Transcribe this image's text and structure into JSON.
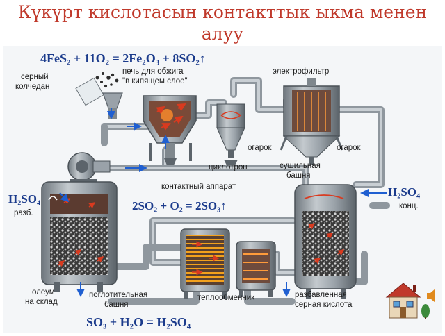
{
  "slide": {
    "title": "Күкүрт кислотасын контакттык ыкма менен алуу"
  },
  "diagram": {
    "equation_top": "4FeS₂ + 11O₂ = 2Fe₂O₃ + 8SO₂↑",
    "equation_middle": "2SO₂ + O₂ = 2SO₃↑",
    "equation_bottom": "SO₃ + H₂O = H₂SO₄",
    "labels": {
      "pyrite_line1": "серный",
      "pyrite_line2": "колчедан",
      "furnace_line1": "печь для обжига",
      "furnace_line2": "\"в кипящем слое\"",
      "electrofilter": "электрофильтр",
      "cinder_left": "огарок",
      "cinder_right": "огарок",
      "cyclotron": "циклотрон",
      "drying_line1": "сушильная",
      "drying_line2": "башня",
      "contact": "контактный аппарат",
      "h2so4_left": "H₂SO₄",
      "dilute": "разб.",
      "h2so4_right": "H₂SO₄",
      "concentrated": "конц.",
      "oleum_line1": "олеум",
      "oleum_line2": "на склад",
      "absorption_line1": "поглотительная",
      "absorption_line2": "башня",
      "heat_exchanger": "теплообменник",
      "diluted_line1": "разбавленная",
      "diluted_line2": "серная кислота"
    },
    "icons": [
      "house-icon",
      "speaker-icon",
      "blower-icon"
    ],
    "colors": {
      "title": "#c0392b",
      "equations": "#1b3b8c",
      "flow_arrows": "#1f5fd1",
      "hot_arrows": "#d93a1f",
      "pipes": "#8f979e"
    }
  }
}
